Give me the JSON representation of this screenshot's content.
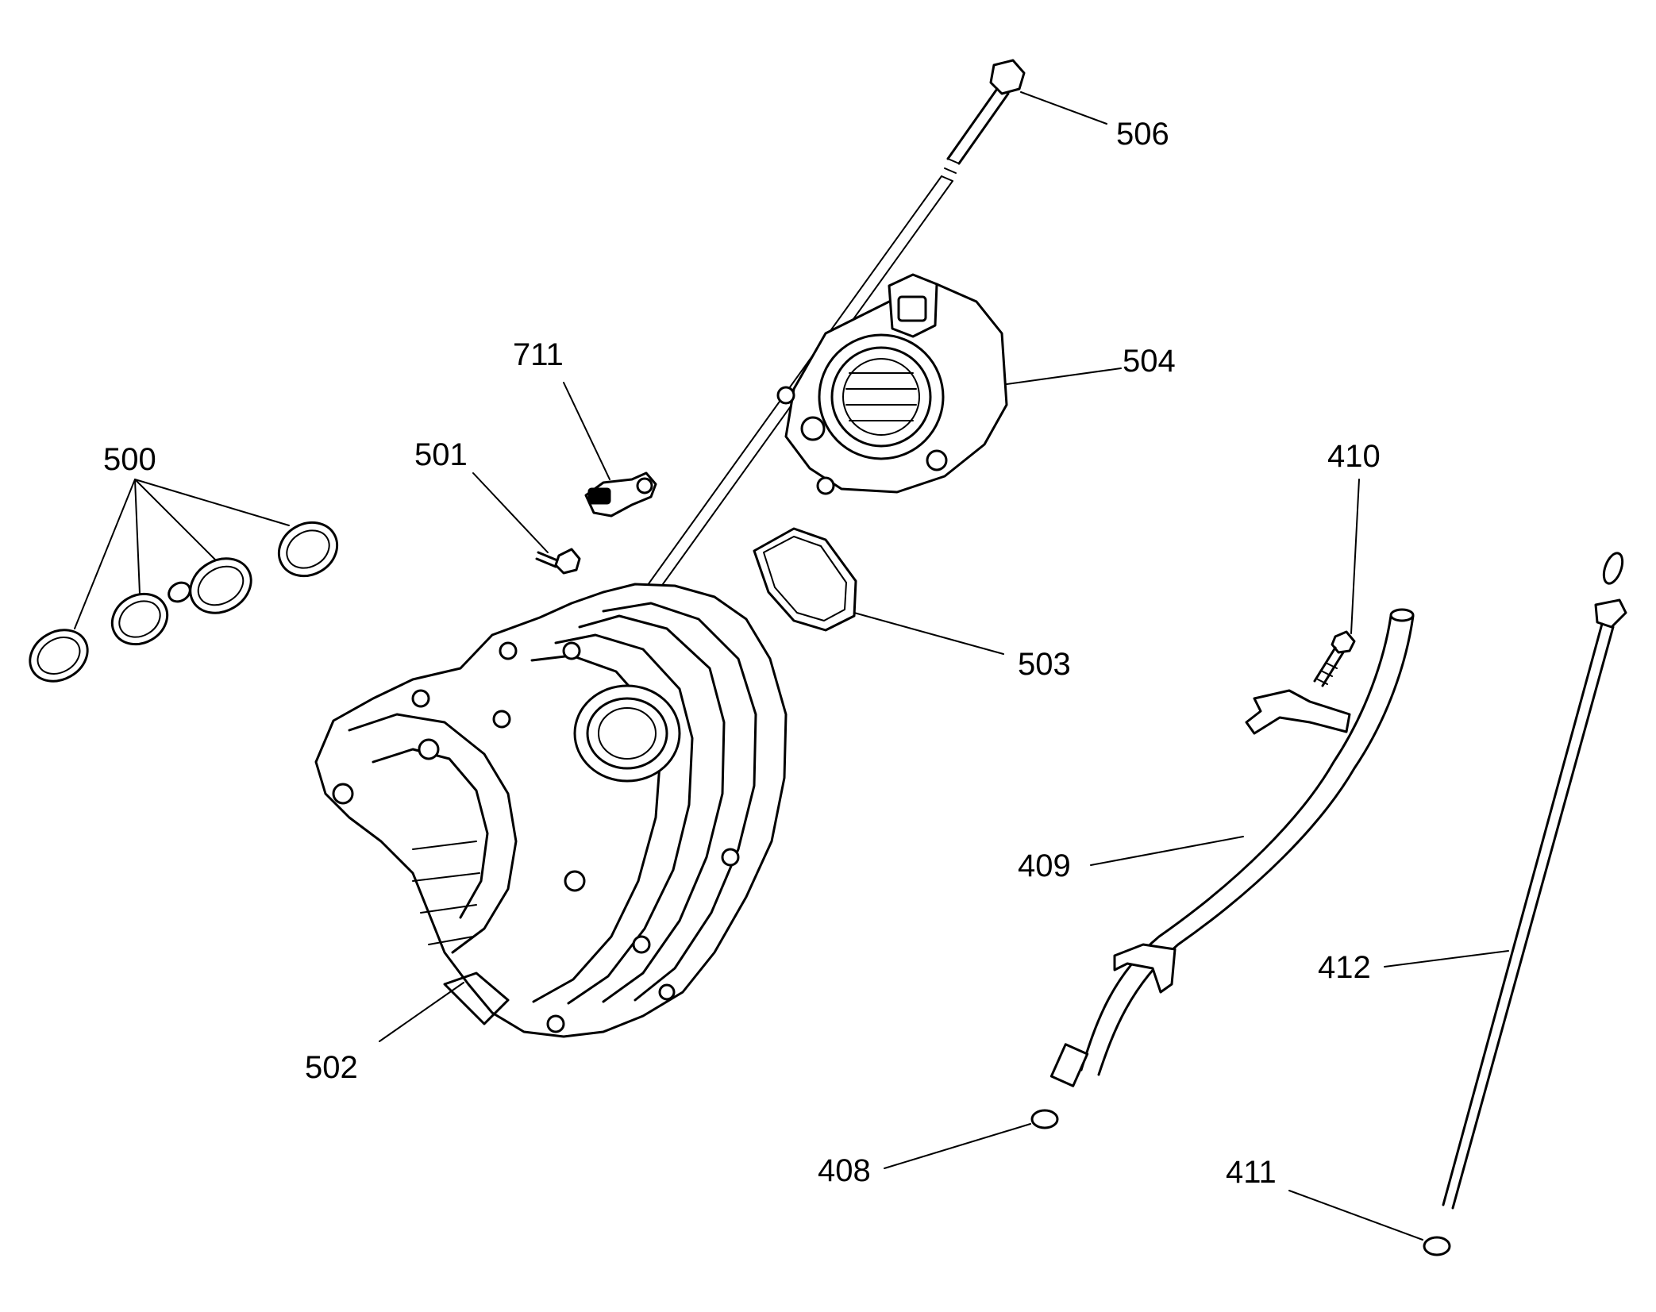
{
  "labels": {
    "l500": "500",
    "l501": "501",
    "l502": "502",
    "l503": "503",
    "l504": "504",
    "l506": "506",
    "l711": "711",
    "l408": "408",
    "l409": "409",
    "l410": "410",
    "l411": "411",
    "l412": "412"
  },
  "colors": {
    "line": "#000000",
    "background": "#ffffff"
  }
}
